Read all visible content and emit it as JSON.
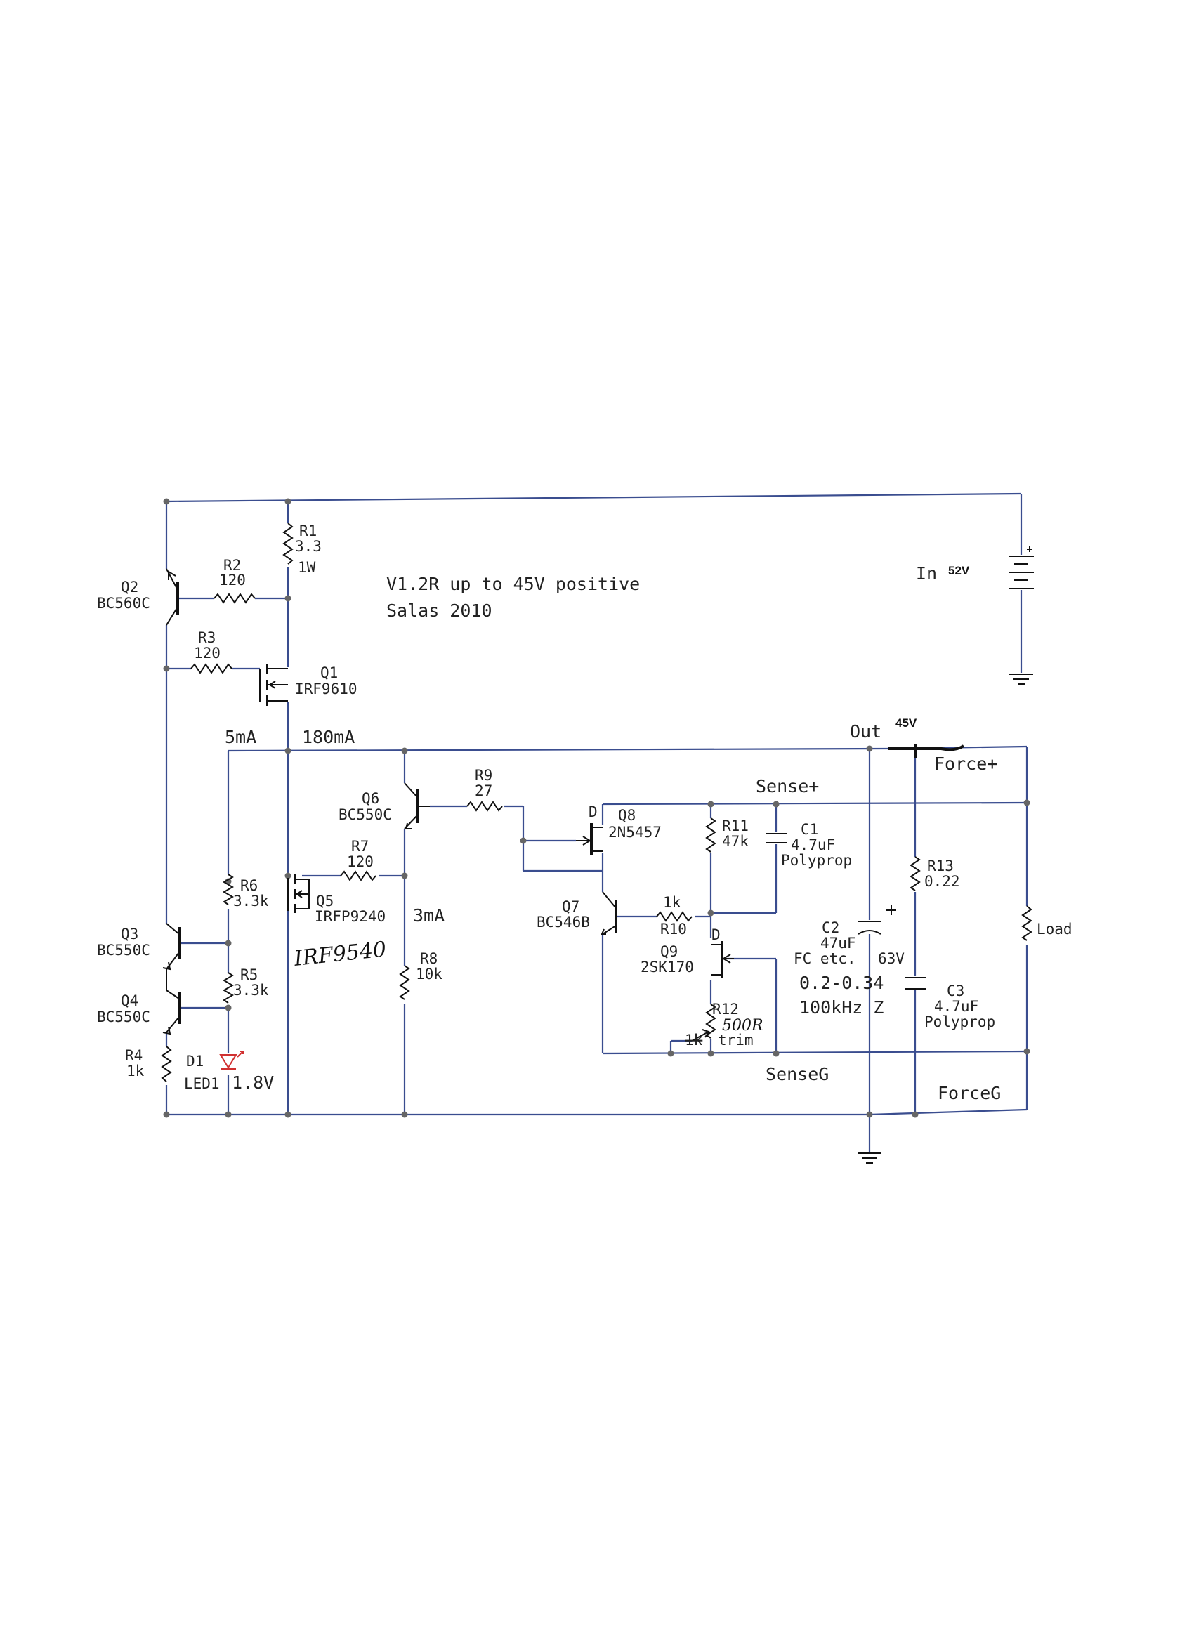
{
  "title": {
    "line1": "V1.2R up to 45V positive",
    "line2": "Salas 2010"
  },
  "supply": {
    "label": "In",
    "voltage": "52V"
  },
  "output": {
    "label": "Out",
    "voltage": "45V"
  },
  "currents": {
    "i1": "5mA",
    "i2": "180mA",
    "i3": "3mA"
  },
  "nets": {
    "force_plus": "Force+",
    "sense_plus": "Sense+",
    "sense_g": "SenseG",
    "force_g": "ForceG"
  },
  "components": {
    "R1": {
      "ref": "R1",
      "value": "3.3",
      "extra": "1W"
    },
    "R2": {
      "ref": "R2",
      "value": "120"
    },
    "R3": {
      "ref": "R3",
      "value": "120"
    },
    "R4": {
      "ref": "R4",
      "value": "1k"
    },
    "R5": {
      "ref": "R5",
      "value": "3.3k"
    },
    "R6": {
      "ref": "R6",
      "value": "3.3k"
    },
    "R7": {
      "ref": "R7",
      "value": "120"
    },
    "R8": {
      "ref": "R8",
      "value": "10k"
    },
    "R9": {
      "ref": "R9",
      "value": "27"
    },
    "R10": {
      "ref": "R10",
      "value": "1k"
    },
    "R11": {
      "ref": "R11",
      "value": "47k"
    },
    "R12": {
      "ref": "R12",
      "value": "500R",
      "extra": "trim",
      "struck": "1k"
    },
    "R13": {
      "ref": "R13",
      "value": "0.22"
    },
    "Q1": {
      "ref": "Q1",
      "part": "IRF9610"
    },
    "Q2": {
      "ref": "Q2",
      "part": "BC560C"
    },
    "Q3": {
      "ref": "Q3",
      "part": "BC550C"
    },
    "Q4": {
      "ref": "Q4",
      "part": "BC550C"
    },
    "Q5": {
      "ref": "Q5",
      "part": "IRFP9240",
      "handwritten": "IRF9540"
    },
    "Q6": {
      "ref": "Q6",
      "part": "BC550C"
    },
    "Q7": {
      "ref": "Q7",
      "part": "BC546B"
    },
    "Q8": {
      "ref": "Q8",
      "part": "2N5457",
      "pin": "D"
    },
    "Q9": {
      "ref": "Q9",
      "part": "2SK170",
      "pin": "D"
    },
    "D1": {
      "ref": "D1",
      "part": "LED1",
      "vf": "1.8V"
    },
    "C1": {
      "ref": "C1",
      "value": "4.7uF",
      "type": "Polyprop"
    },
    "C2": {
      "ref": "C2",
      "value": "47uF",
      "type": "FC etc.",
      "voltage": "63V"
    },
    "C3": {
      "ref": "C3",
      "value": "4.7uF",
      "type": "Polyprop"
    },
    "Load": {
      "ref": "Load"
    }
  },
  "notes": {
    "impedance": "0.2-0.34",
    "freq": "100kHz  Z"
  },
  "colors": {
    "wire": "#3a4d8f",
    "led": "#d03030",
    "ink": "#111111"
  }
}
